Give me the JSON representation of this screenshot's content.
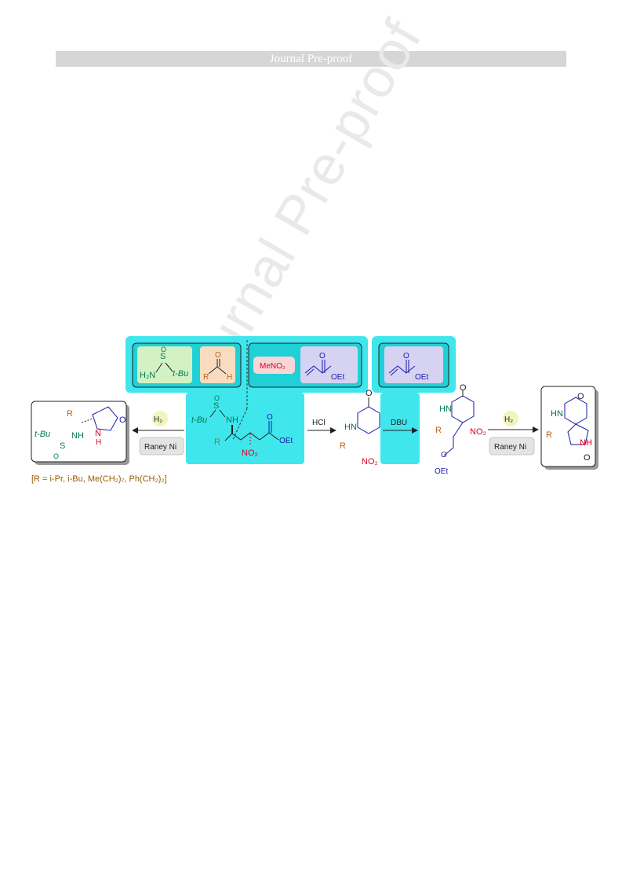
{
  "header": {
    "title": "Journal Pre-proof"
  },
  "watermark": {
    "text": "Journal Pre-proof"
  },
  "scheme": {
    "box1": {
      "sulfinamide_s": "S",
      "sulfinamide_o": "O",
      "sulfinamide_h2n": "H₂N",
      "sulfinamide_tbu": "t-Bu",
      "aldehyde_o": "O",
      "aldehyde_r": "R",
      "aldehyde_h": "H"
    },
    "box2": {
      "nitromethane": "MeNO₂",
      "acrylate_o": "O",
      "acrylate_oet": "OEt"
    },
    "box3": {
      "acrylate_o": "O",
      "acrylate_oet": "OEt"
    },
    "intermediate": {
      "s": "S",
      "o": "O",
      "tbu": "t-Bu",
      "nh": "NH",
      "r": "R",
      "no2": "NO₂",
      "ester_o": "O",
      "ester_oet": "OEt"
    },
    "left_reagents": {
      "top": "H₂",
      "bottom": "Raney Ni"
    },
    "right_reagents": {
      "top": "H₂",
      "bottom": "Raney Ni"
    },
    "hcl": "HCl",
    "dbu": "DBU",
    "product_left": {
      "r": "R",
      "tbu": "t-Bu",
      "nh": "NH",
      "s": "S",
      "o": "O",
      "n": "N",
      "h": "H",
      "lactam_o": "O"
    },
    "piperidinone": {
      "o": "O",
      "hn": "HN",
      "r": "R",
      "no2": "NO₂"
    },
    "michael_product": {
      "o": "O",
      "hn": "HN",
      "r": "R",
      "no2": "NO₂",
      "ester_o": "O",
      "oet": "OEt"
    },
    "spiro_product": {
      "o1": "O",
      "hn": "HN",
      "r": "R",
      "nh": "NH",
      "o2": "O"
    },
    "r_footnote": "[R = i-Pr, i-Bu, Me(CH₂)₇, Ph(CH₂)₂]"
  },
  "colors": {
    "cyan_panel": "#3fe6ec",
    "green_box": "#d2f2c4",
    "orange_box": "#f8dcc0",
    "lilac_box": "#d6d2f2",
    "pink_box": "#f8d6d6",
    "reagent_bubble": "#f2f4be",
    "green_text": "#007a4d",
    "orange_text": "#b8651b",
    "red_text": "#e0001a",
    "blue_text": "#1a1aa8",
    "footnote_text": "#9a5a00"
  }
}
